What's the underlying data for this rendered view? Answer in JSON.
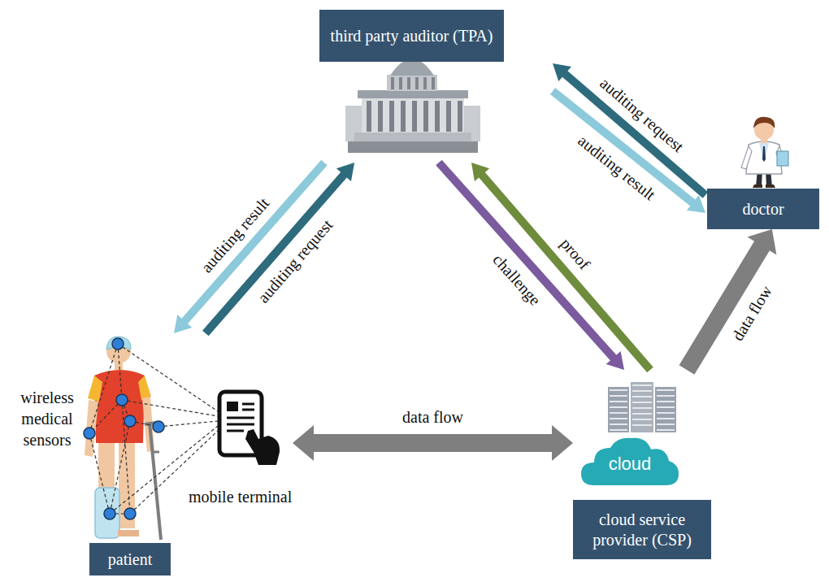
{
  "diagram": {
    "nodes": [
      {
        "text": [
          "third party auditor (TPA)"
        ]
      },
      {
        "text": [
          "doctor"
        ]
      },
      {
        "text": [
          "patient"
        ]
      },
      {
        "text": [
          "cloud service provider (CSP)"
        ]
      },
      {
        "text": [
          "cloud"
        ],
        "in": 3
      }
    ],
    "edges": [
      {
        "from": 2,
        "to": 0,
        "label": "auditing request",
        "arrow": "to"
      },
      {
        "from": 0,
        "to": 2,
        "label": "auditing result",
        "arrow": "to"
      },
      {
        "from": 1,
        "to": 0,
        "label": "auditing request",
        "arrow": "to"
      },
      {
        "from": 0,
        "to": 1,
        "label": "auditing result",
        "arrow": "to"
      },
      {
        "from": 0,
        "to": 3,
        "label": "challenge",
        "arrow": "to"
      },
      {
        "from": 3,
        "to": 0,
        "label": "proof",
        "arrow": "to"
      },
      {
        "from": 3,
        "to": 1,
        "label": "data flow",
        "arrow": "to"
      },
      {
        "from": 2,
        "to": 3,
        "label": "data flow",
        "arrow": "both"
      }
    ],
    "labels": [
      "wireless medical sensors",
      "mobile terminal"
    ]
  }
}
